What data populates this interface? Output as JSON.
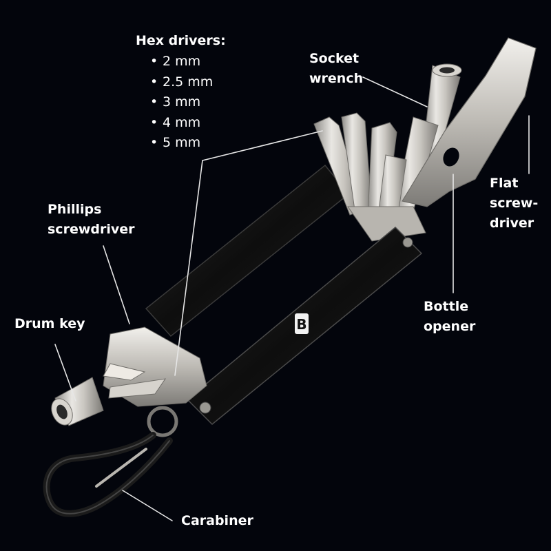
{
  "labels": {
    "hex_drivers": {
      "title": "Hex drivers:",
      "items": [
        "2 mm",
        "2.5 mm",
        "3 mm",
        "4 mm",
        "5 mm"
      ]
    },
    "socket_wrench": [
      "Socket",
      "wrench"
    ],
    "flat_screwdriver": [
      "Flat",
      "screw-",
      "driver"
    ],
    "phillips_screwdriver": [
      "Phillips",
      "screwdriver"
    ],
    "drum_key": "Drum key",
    "bottle_opener": [
      "Bottle",
      "opener"
    ],
    "carabiner": "Carabiner"
  },
  "logo": {
    "mark": "B"
  },
  "colors": {
    "background": "#03050c",
    "label_text": "#ffffff",
    "leader_line": "#e6e6e6",
    "handle_black": "#141414",
    "metal_silver": "#c8c6c1"
  }
}
